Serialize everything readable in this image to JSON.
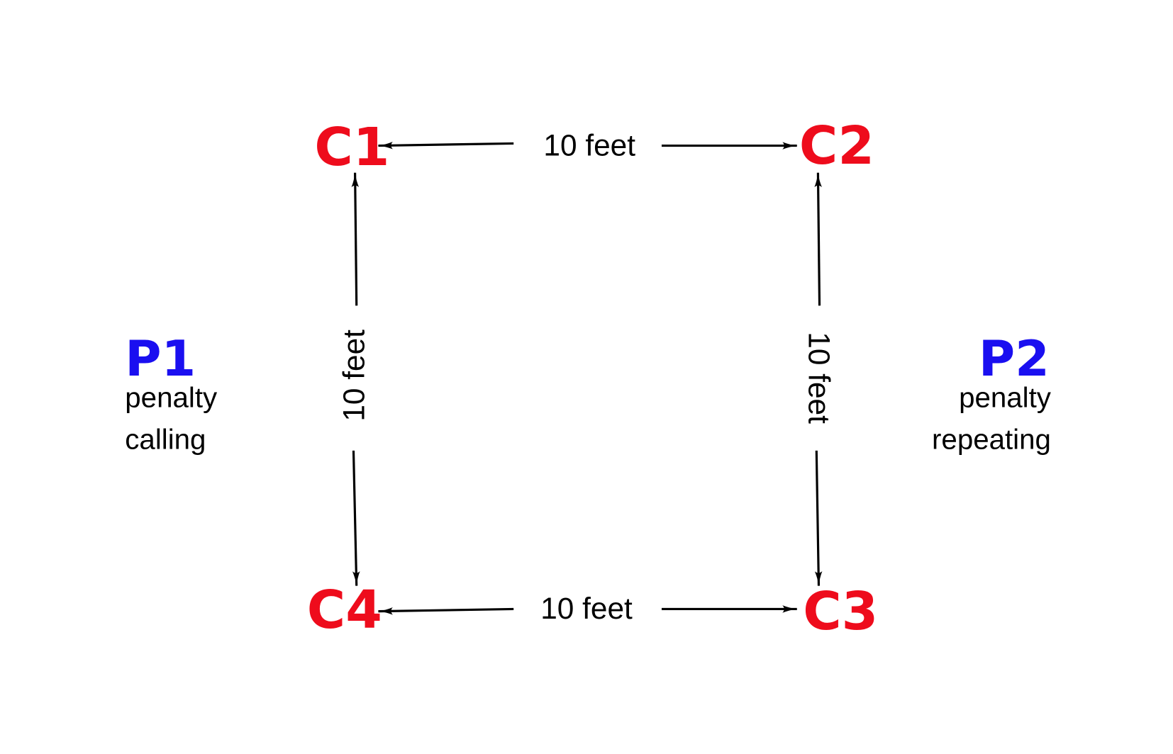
{
  "colors": {
    "corner": "#ee0c1c",
    "player": "#1a0ff0",
    "arrow": "#000000"
  },
  "corners": {
    "c1": "C1",
    "c2": "C2",
    "c3": "C3",
    "c4": "C4"
  },
  "distances": {
    "top": "10 feet",
    "bottom": "10 feet",
    "left": "10 feet",
    "right": "10 feet"
  },
  "players": {
    "p1": {
      "name": "P1",
      "role_line1": "penalty",
      "role_line2": "calling"
    },
    "p2": {
      "name": "P2",
      "role_line1": "penalty",
      "role_line2": "repeating"
    }
  }
}
